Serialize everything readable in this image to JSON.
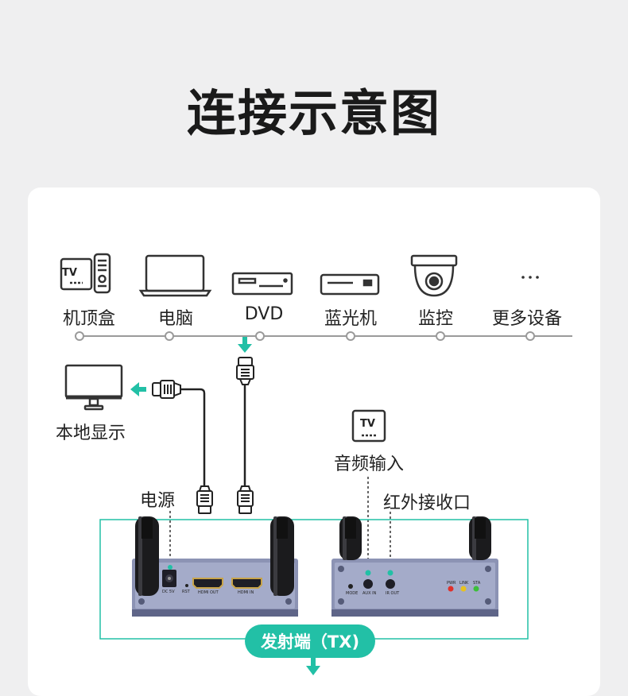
{
  "title": "连接示意图",
  "sources": [
    {
      "label": "机顶盒",
      "icon": "set-top-box-icon"
    },
    {
      "label": "电脑",
      "icon": "laptop-icon"
    },
    {
      "label": "DVD",
      "icon": "dvd-player-icon"
    },
    {
      "label": "蓝光机",
      "icon": "bluray-player-icon"
    },
    {
      "label": "监控",
      "icon": "security-camera-icon"
    },
    {
      "label": "更多设备",
      "icon": "more-icon"
    }
  ],
  "local_display": "本地显示",
  "audio_input": "音频输入",
  "tv_text": "TV",
  "power_label": "电源",
  "ir_label": "红外接收口",
  "tx_label": "发射端（TX)",
  "ports": {
    "dc": "DC 5V",
    "rst": "RST",
    "hdmi_out": "HDMI OUT",
    "hdmi_in": "HDMI IN",
    "mode": "MODE",
    "aux_in": "AUX IN",
    "ir_out": "IR OUT",
    "pwr": "PWR",
    "link": "LINK",
    "sta": "STA"
  },
  "colors": {
    "accent": "#22c0a6",
    "device": "#8c93b4",
    "led_red": "#e0302a",
    "led_yellow": "#e8c21e",
    "led_green": "#3cbf3a"
  }
}
